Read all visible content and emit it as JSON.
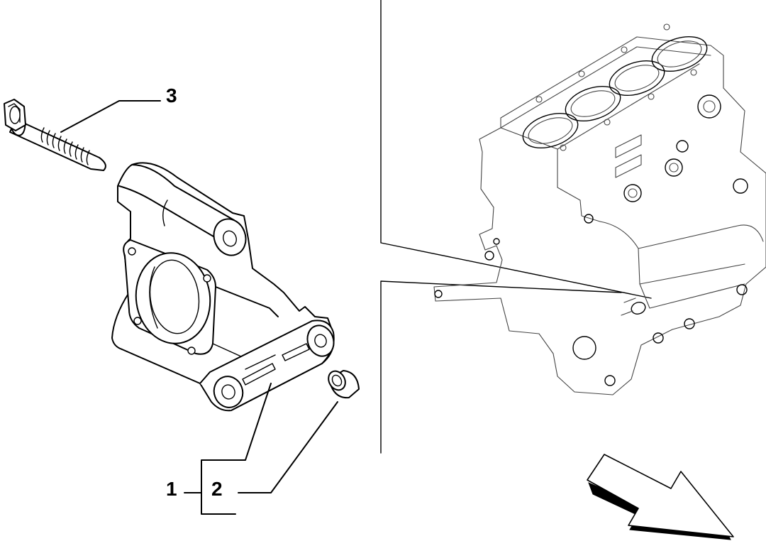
{
  "callouts": {
    "part_1": "1",
    "part_2": "2",
    "part_3": "3"
  },
  "colors": {
    "line": "#000000",
    "background": "#ffffff",
    "arrow_shadow": "#000000"
  },
  "icons": {
    "direction_arrow": "front-direction-arrow-icon"
  }
}
